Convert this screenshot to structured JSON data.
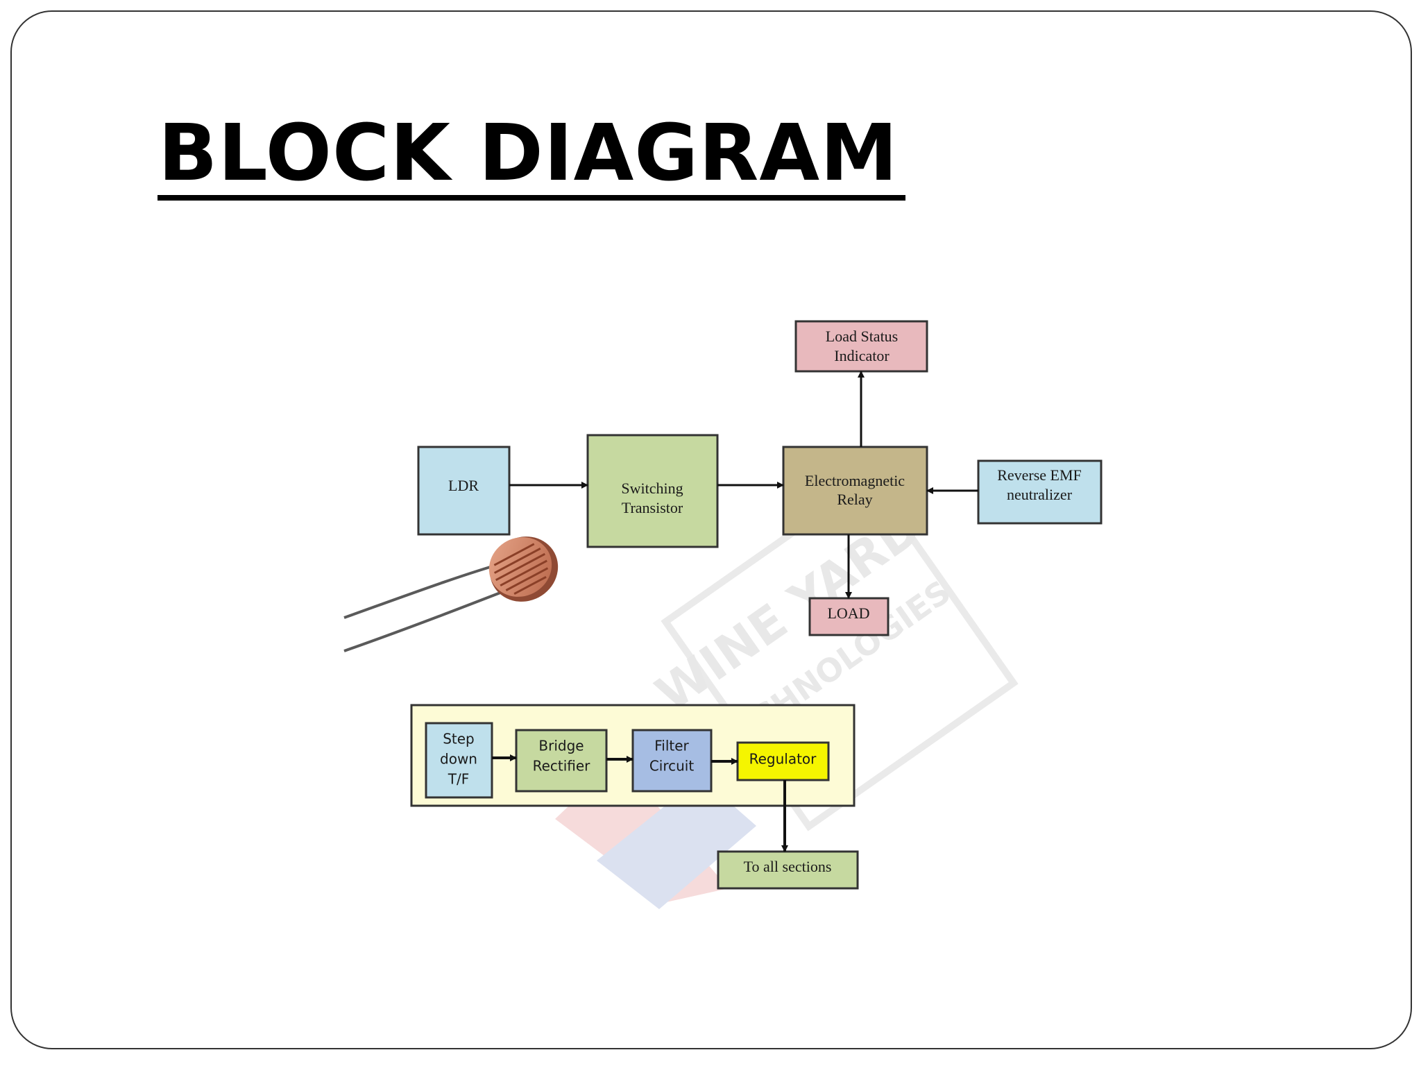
{
  "slide": {
    "title": "BLOCK DIAGRAM"
  },
  "diagram": {
    "blocks": {
      "ldr": "LDR",
      "switching_transistor": [
        "Switching",
        "Transistor"
      ],
      "electromagnetic_relay": [
        "Electromagnetic",
        "Relay"
      ],
      "load_status_indicator": [
        "Load Status",
        "Indicator"
      ],
      "reverse_emf": [
        "Reverse EMF",
        "neutralizer"
      ],
      "load": "LOAD",
      "step_down": [
        "Step",
        "down",
        "T/F"
      ],
      "bridge_rectifier": [
        "Bridge",
        "Rectifier"
      ],
      "filter_circuit": [
        "Filter",
        "Circuit"
      ],
      "regulator": "Regulator",
      "to_all_sections": "To all sections"
    },
    "colors": {
      "ldr": "#bfe0ec",
      "switching_transistor": "#c6d9a0",
      "electromagnetic_relay": "#c4b68a",
      "load_status_indicator": "#e8b9bd",
      "reverse_emf": "#bfe0ec",
      "load": "#e8b9bd",
      "power_panel": "#fdfbd6",
      "step_down": "#bfe0ec",
      "bridge_rectifier": "#c6d9a0",
      "filter_circuit": "#a6bde3",
      "regulator": "#f5f500",
      "to_all_sections": "#c6d9a0"
    },
    "watermark": {
      "line1": "WINE YARD",
      "line2": "TECHNOLOGIES"
    }
  }
}
